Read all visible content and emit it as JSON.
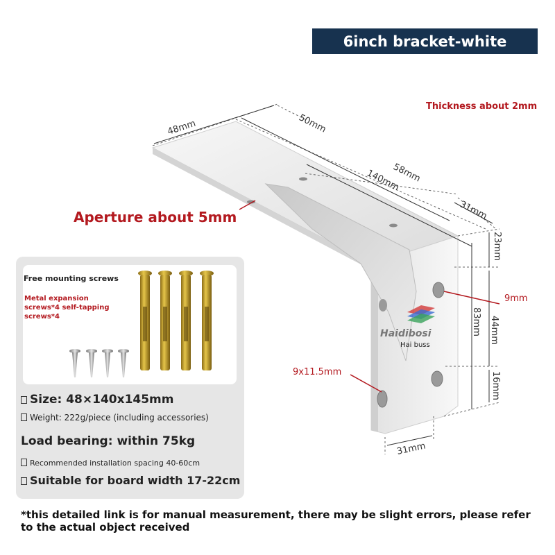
{
  "title": "6inch bracket-white",
  "callouts": {
    "thickness": "Thickness about 2mm",
    "aperture": "Aperture about 5mm"
  },
  "dimensions": {
    "width_48": "48mm",
    "seg_50": "50mm",
    "seg_58": "58mm",
    "len_140": "140mm",
    "seg_31_top": "31mm",
    "seg_23": "23mm",
    "hole_9": "9mm",
    "height_83": "83mm",
    "seg_44": "44mm",
    "seg_16": "16mm",
    "slot_9x115": "9x11.5mm",
    "seg_31_bottom": "31mm"
  },
  "brand": {
    "name": "Haidibosi",
    "sub": "Hai buss"
  },
  "accessories": {
    "title": "Free mounting screws",
    "description": "Metal expansion screws*4 self-tapping screws*4"
  },
  "specs": {
    "size": "Size: 48×140x145mm",
    "weight": "Weight: 222g/piece (including accessories)",
    "load": "Load bearing: within 75kg",
    "spacing": "Recommended installation spacing 40-60cm",
    "board": "Suitable for board width 17-22cm"
  },
  "footnote": "*this detailed link is for manual measurement, there may be slight errors, please refer to the actual object received",
  "colors": {
    "banner": "#17324f",
    "accent_red": "#b3191f",
    "panel": "#e6e6e6"
  }
}
